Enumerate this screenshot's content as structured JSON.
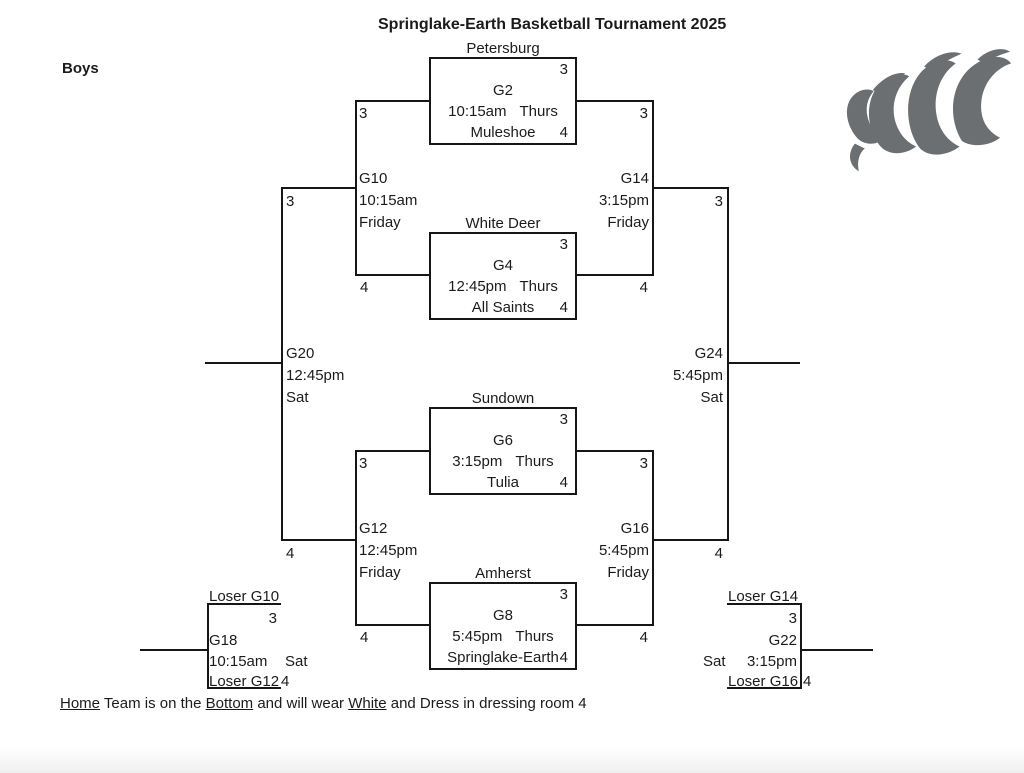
{
  "title": "Springlake-Earth Basketball Tournament 2025",
  "division": "Boys",
  "logo": {
    "name": "claw-logo",
    "color": "#6b6f72"
  },
  "note": {
    "seg1": "Home",
    "seg2": " Team is on the ",
    "seg3": "Bottom",
    "seg4": " and will wear ",
    "seg5": "White",
    "seg6": " and Dress in dressing room 4"
  },
  "games": {
    "g2": {
      "id": "G2",
      "team_top": "Petersburg",
      "dress_top": "3",
      "time": "10:15am",
      "day": "Thurs",
      "team_bottom": "Muleshoe",
      "dress_bottom": "4"
    },
    "g4": {
      "id": "G4",
      "team_top": "White Deer",
      "dress_top": "3",
      "time": "12:45pm",
      "day": "Thurs",
      "team_bottom": "All Saints",
      "dress_bottom": "4"
    },
    "g6": {
      "id": "G6",
      "team_top": "Sundown",
      "dress_top": "3",
      "time": "3:15pm",
      "day": "Thurs",
      "team_bottom": "Tulia",
      "dress_bottom": "4"
    },
    "g8": {
      "id": "G8",
      "team_top": "Amherst",
      "dress_top": "3",
      "time": "5:45pm",
      "day": "Thurs",
      "team_bottom": "Springlake-Earth",
      "dress_bottom": "4"
    },
    "g10": {
      "id": "G10",
      "time": "10:15am",
      "day": "Friday",
      "dress_top": "3",
      "dress_bottom": "4"
    },
    "g12": {
      "id": "G12",
      "time": "12:45pm",
      "day": "Friday",
      "dress_top": "3",
      "dress_bottom": "4"
    },
    "g14": {
      "id": "G14",
      "time": "3:15pm",
      "day": "Friday",
      "dress_top": "3",
      "dress_bottom": "4"
    },
    "g16": {
      "id": "G16",
      "time": "5:45pm",
      "day": "Friday",
      "dress_top": "3",
      "dress_bottom": "4"
    },
    "g20": {
      "id": "G20",
      "time": "12:45pm",
      "day": "Sat",
      "dress_top": "3",
      "dress_bottom": "4"
    },
    "g24": {
      "id": "G24",
      "time": "5:45pm",
      "day": "Sat",
      "dress_top": "3",
      "dress_bottom": "4"
    },
    "g18": {
      "id": "G18",
      "feeder_top": "Loser G10",
      "dress_top": "3",
      "time": "10:15am",
      "day": "Sat",
      "feeder_bottom": "Loser G12",
      "dress_bottom": "4"
    },
    "g22": {
      "id": "G22",
      "feeder_top": "Loser G14",
      "dress_top": "3",
      "time": "3:15pm",
      "day": "Sat",
      "feeder_bottom": "Loser G16",
      "dress_bottom": "4"
    }
  }
}
